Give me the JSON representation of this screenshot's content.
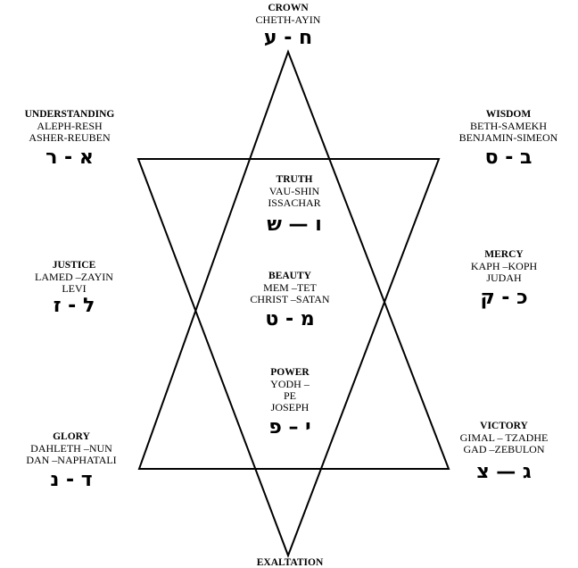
{
  "diagram": {
    "shape": "hexagram",
    "line_color": "#000000",
    "background": "#ffffff"
  },
  "nodes": {
    "crown": {
      "title": "CROWN",
      "line1": "CHETH-AYIN",
      "line2": "",
      "line3": "",
      "hebrew": "ע - ח"
    },
    "understanding": {
      "title": "UNDERSTANDING",
      "line1": "ALEPH-RESH",
      "line2": "ASHER-REUBEN",
      "line3": "",
      "hebrew": "ר - א"
    },
    "wisdom": {
      "title": "WISDOM",
      "line1": "BETH-SAMEKH",
      "line2": "BENJAMIN-SIMEON",
      "line3": "",
      "hebrew": "ס - ב"
    },
    "truth": {
      "title": "TRUTH",
      "line1": "VAU-SHIN",
      "line2": "ISSACHAR",
      "line3": "",
      "hebrew": "ש — ו"
    },
    "justice": {
      "title": "JUSTICE",
      "line1": "LAMED –ZAYIN",
      "line2": "LEVI",
      "line3": "",
      "hebrew": "ז - ל"
    },
    "mercy": {
      "title": "MERCY",
      "line1": "KAPH –KOPH",
      "line2": "JUDAH",
      "line3": "",
      "hebrew": "ק - כ"
    },
    "beauty": {
      "title": "BEAUTY",
      "line1": "MEM –TET",
      "line2": "CHRIST –SATAN",
      "line3": "",
      "hebrew": "ט - מ"
    },
    "power": {
      "title": "POWER",
      "line1": "YODH –",
      "line2": "PE",
      "line3": "JOSEPH",
      "hebrew": "פ – י"
    },
    "glory": {
      "title": "GLORY",
      "line1": "DAHLETH –NUN",
      "line2": "DAN –NAPHATALI",
      "line3": "",
      "hebrew": "נ - ד"
    },
    "victory": {
      "title": "VICTORY",
      "line1": "GIMAL – TZADHE",
      "line2": "GAD –ZEBULON",
      "line3": "",
      "hebrew": "צ — ג"
    },
    "exaltation": {
      "title": "EXALTATION"
    }
  }
}
